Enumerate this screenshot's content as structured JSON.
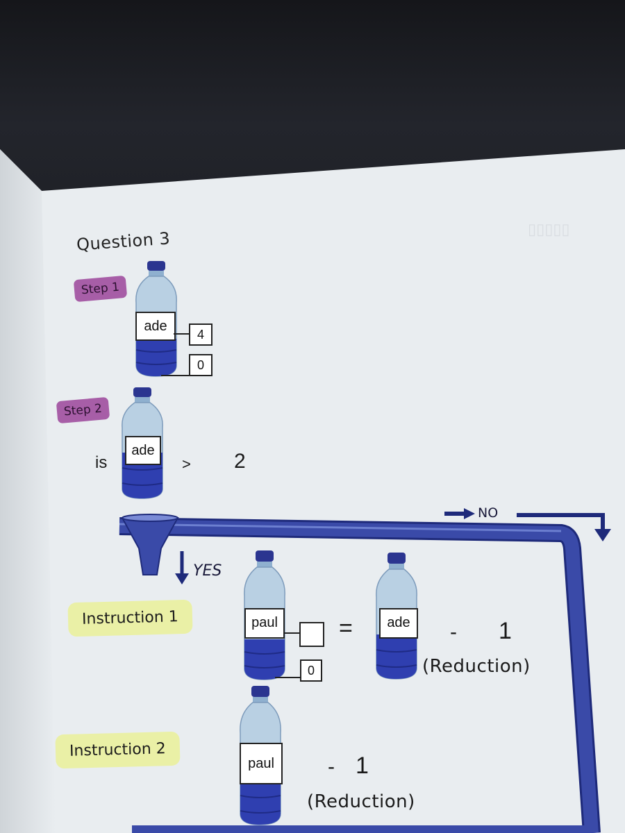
{
  "question_title": "Question 3",
  "step1": {
    "badge": "Step 1",
    "bottle_label": "ade",
    "top_value": "4",
    "bottom_value": "0"
  },
  "step2": {
    "badge": "Step 2",
    "prefix": "is",
    "bottle_label": "ade",
    "operator": ">",
    "compare_value": "2"
  },
  "flow": {
    "no_label": "NO",
    "yes_label": "YES"
  },
  "instruction1": {
    "badge": "Instruction 1",
    "target_label": "paul",
    "top_value": "",
    "bottom_value": "0",
    "equals": "=",
    "source_label": "ade",
    "minus": "-",
    "amount": "1",
    "note": "(Reduction)"
  },
  "instruction2": {
    "badge": "Instruction 2",
    "bottle_label": "paul",
    "minus": "-",
    "amount": "1",
    "note": "(Reduction)"
  },
  "colors": {
    "step_badge": "#a75ea7",
    "instruction_badge": "#eaf0a6",
    "pipe": "#3a4aa8",
    "bottle_liquid": "#2f3fb0",
    "bottle_cap": "#2b3590"
  }
}
